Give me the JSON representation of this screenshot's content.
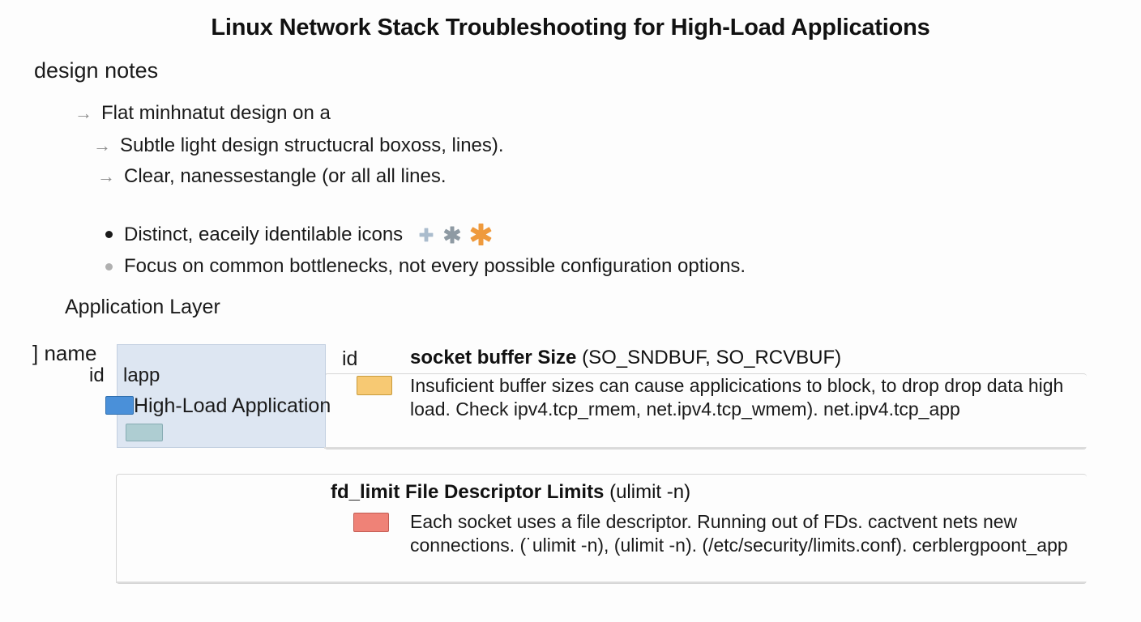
{
  "title": "Linux Network Stack Troubleshooting for High-Load Applications",
  "notes": {
    "section_label": "design notes",
    "arrow_glyph": "→",
    "arrow_items": [
      "Flat minhnatut design on a",
      "Subtle light design structucral boxoss, lines).",
      "Clear, nanessestangle (or all all lines."
    ],
    "bullet_items": [
      "Distinct, eaceily identilable icons",
      "Focus on common bottlenecks, not every possible configuration options."
    ],
    "icons": [
      {
        "name": "plus-icon",
        "color": "#aabccd"
      },
      {
        "name": "asterisk-gray-icon",
        "color": "#8e9aa3"
      },
      {
        "name": "asterisk-orange-icon",
        "color": "#ef9a3d"
      }
    ]
  },
  "layer": {
    "heading": "Application Layer",
    "field_name_label": "] name",
    "field_id_label": "id",
    "node": {
      "id": "lapp",
      "title": "High-Load Application",
      "swatch_primary_color": "#4a90d9",
      "swatch_secondary_color": "#aecdd2",
      "box_fill": "#dde6f2",
      "box_border": "#c2cfe0"
    }
  },
  "details": [
    {
      "id_label": "id",
      "heading_bold": "socket buffer Size",
      "heading_regular": " (SO_SNDBUF, SO_RCVBUF)",
      "body": "Insuficient buffer sizes can cause applicications  to block, to drop drop data high  load. Check ipv4.tcp_rmem, net.ipv4.tcp_wmem). net.ipv4.tcp_app",
      "swatch_color": "#f7c973"
    },
    {
      "id_label": "fd_limit",
      "heading_bold": "File Descriptor Limits",
      "heading_regular": " (ulimit -n)",
      "body": "Each socket uses a file descriptor. Running out of FDs. cactvent nets new connections. (˙ulimit -n), (ulimit -n). (/etc/security/limits.conf). cerblergpoont_app",
      "swatch_color": "#ef8277"
    }
  ]
}
